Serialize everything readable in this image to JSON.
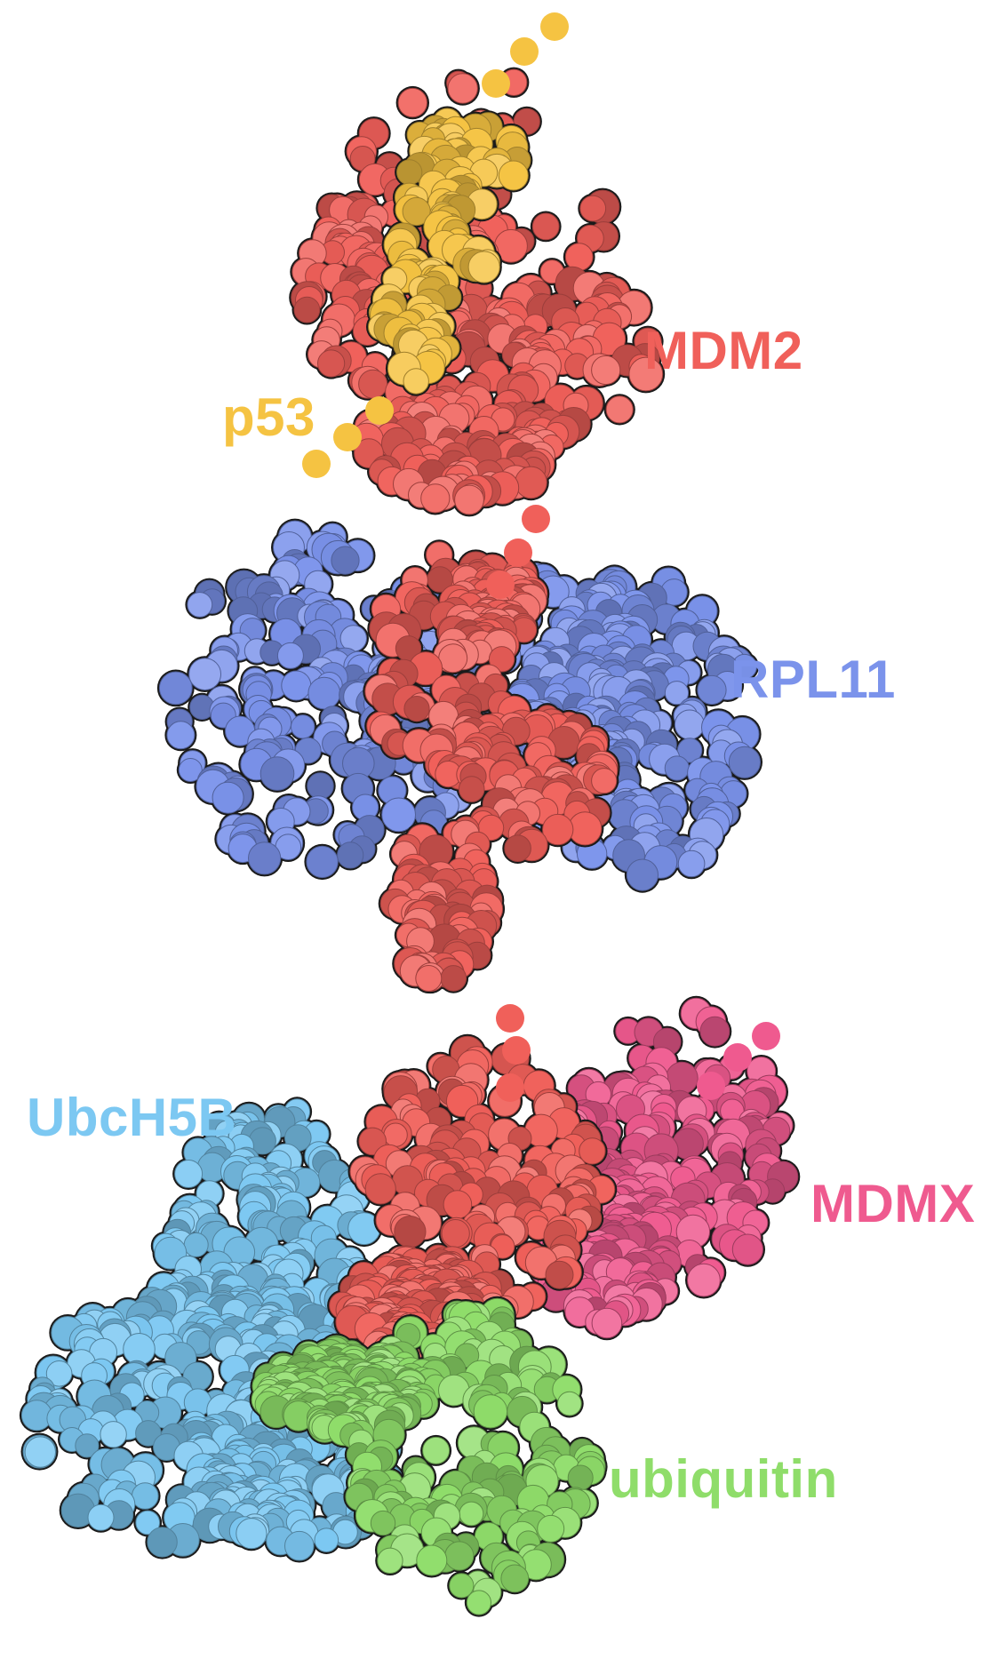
{
  "labels": {
    "mdm2": "MDM2",
    "p53": "p53",
    "rpl11": "RPL11",
    "ubch5b": "UbcH5B",
    "mdmx": "MDMX",
    "ubiquitin": "ubiquitin"
  },
  "colors": {
    "mdm2": "#f0605a",
    "p53": "#f5c342",
    "rpl11": "#7b93eb",
    "ubch5b": "#7cc8f2",
    "mdmx": "#ef5a8f",
    "ubiquitin": "#8fdd6a",
    "outline": "#1a1a1a"
  },
  "structures": [
    {
      "name": "mdm2-top-domain",
      "color_key": "mdm2",
      "seed": 11
    },
    {
      "name": "p53-peptide",
      "color_key": "p53",
      "seed": 23
    },
    {
      "name": "rpl11-protein",
      "color_key": "rpl11",
      "seed": 37
    },
    {
      "name": "mdm2-middle-segment",
      "color_key": "mdm2",
      "seed": 41
    },
    {
      "name": "ubch5b-protein",
      "color_key": "ubch5b",
      "seed": 53
    },
    {
      "name": "mdmx-protein",
      "color_key": "mdmx",
      "seed": 67
    },
    {
      "name": "mdm2-ring-domain",
      "color_key": "mdm2",
      "seed": 71
    },
    {
      "name": "ubiquitin-protein",
      "color_key": "ubiquitin",
      "seed": 83
    }
  ],
  "linker_dots": [
    {
      "name": "p53-top-dots",
      "color_key": "p53"
    },
    {
      "name": "p53-bottom-dots",
      "color_key": "p53"
    },
    {
      "name": "mdm2-linker-dots-upper",
      "color_key": "mdm2"
    },
    {
      "name": "mdm2-linker-dots-lower",
      "color_key": "mdm2"
    },
    {
      "name": "mdmx-linker-dots",
      "color_key": "mdmx"
    }
  ]
}
